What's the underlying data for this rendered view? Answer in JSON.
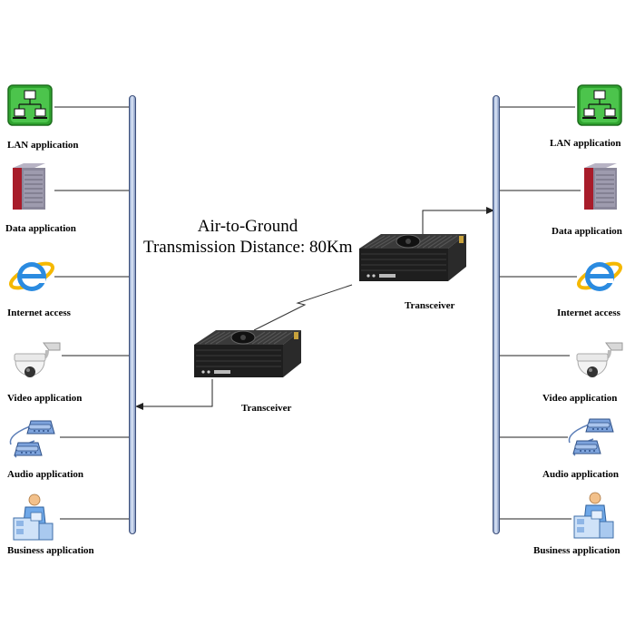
{
  "title": {
    "line1": "Air-to-Ground",
    "line2": "Transmission Distance: 80Km"
  },
  "left_apps": [
    {
      "label": "LAN application",
      "icon": "lan-icon"
    },
    {
      "label": "Data application",
      "icon": "server-icon"
    },
    {
      "label": "Internet access",
      "icon": "internet-explorer-icon"
    },
    {
      "label": "Video application",
      "icon": "dome-camera-icon"
    },
    {
      "label": "Audio application",
      "icon": "telephone-icon"
    },
    {
      "label": "Business application",
      "icon": "person-at-desk-icon"
    }
  ],
  "right_apps": [
    {
      "label": "LAN application",
      "icon": "lan-icon"
    },
    {
      "label": "Data application",
      "icon": "server-icon"
    },
    {
      "label": "Internet access",
      "icon": "internet-explorer-icon"
    },
    {
      "label": "Video application",
      "icon": "dome-camera-icon"
    },
    {
      "label": "Audio application",
      "icon": "telephone-icon"
    },
    {
      "label": "Business application",
      "icon": "person-at-desk-icon"
    }
  ],
  "transceivers": [
    {
      "label": "Transceiver"
    },
    {
      "label": "Transceiver"
    }
  ],
  "colors": {
    "bus": "#8aa0c8",
    "lan_green": "#3aa43a",
    "device_body": "#2b2b2b"
  }
}
